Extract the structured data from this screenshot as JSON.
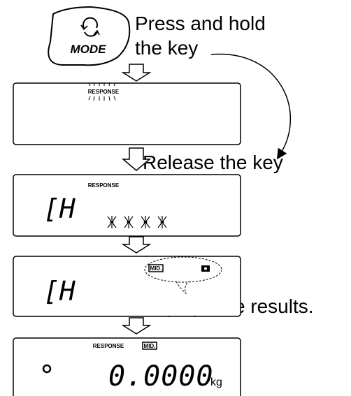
{
  "key": {
    "label": "MODE",
    "icon": "cycle-arrows-icon"
  },
  "instructions": {
    "press_line1": "Press and hold",
    "press_line2": "the key",
    "release": "Release the key",
    "results": "Displays the results."
  },
  "panels": {
    "blinking": {
      "indicator": "RESPONSE"
    },
    "checking": {
      "indicator": "RESPONSE",
      "code": "[H",
      "sparkle_count": 4
    },
    "result": {
      "indicator": "MID.",
      "code": "[H",
      "badge": "icon-badge"
    },
    "weighing": {
      "indicator_response": "RESPONSE",
      "indicator_mid": "MID.",
      "stable_mark": "circle-icon",
      "value": "0.0000",
      "unit": "kg"
    }
  },
  "colors": {
    "ink": "#000000",
    "background": "#ffffff"
  }
}
